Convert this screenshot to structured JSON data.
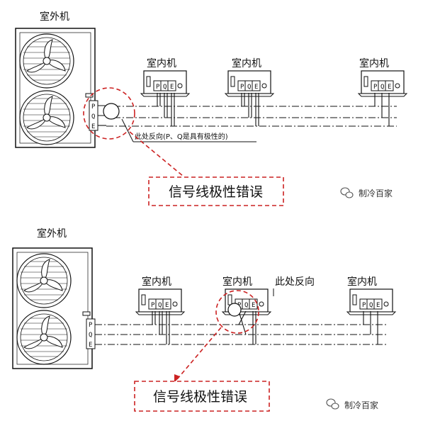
{
  "outdoor_unit_label": "室外机",
  "indoor_unit_label": "室内机",
  "terminals": [
    "P",
    "Q",
    "E"
  ],
  "top_annotation": "此处反向(P、Q是具有极性的)",
  "bottom_annotation": "此处反向",
  "error_box_text": "信号线极性错误",
  "watermark": "制冷百家",
  "colors": {
    "wire": "#111111",
    "highlight": "#cc2222"
  },
  "icons": [
    "fan-icon",
    "wechat-icon"
  ]
}
